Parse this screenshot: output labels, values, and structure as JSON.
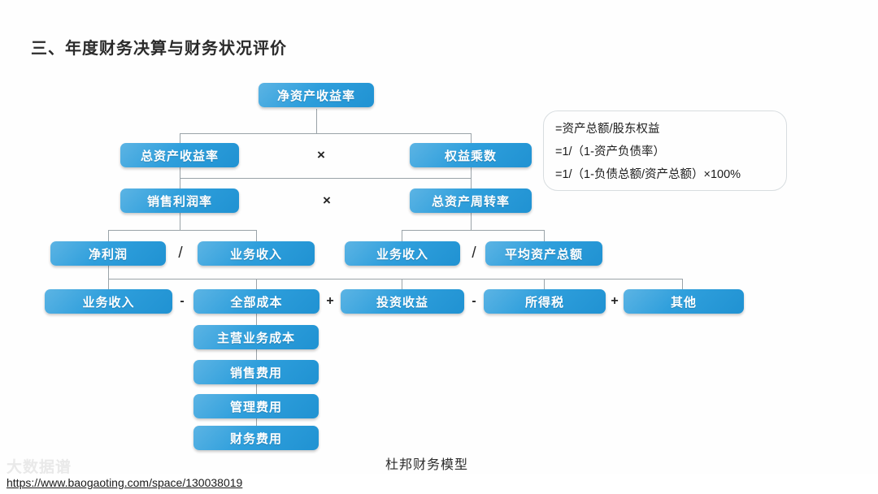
{
  "slide": {
    "title": "三、年度财务决算与财务状况评价",
    "caption": "杜邦财务模型",
    "watermark": "大数据谱",
    "url": "https://www.baogaoting.com/space/130038019",
    "accent_color": "#2f9fdc",
    "text_color": "#2b2b2b"
  },
  "nodes": {
    "roe": "净资产收益率",
    "roa": "总资产收益率",
    "equity_multiplier": "权益乘数",
    "profit_margin": "销售利润率",
    "asset_turnover": "总资产周转率",
    "net_profit": "净利润",
    "revenue_a": "业务收入",
    "revenue_b": "业务收入",
    "avg_total_assets": "平均资产总额",
    "revenue_c": "业务收入",
    "total_cost": "全部成本",
    "investment_income": "投资收益",
    "income_tax": "所得税",
    "other": "其他",
    "cost_main_business": "主营业务成本",
    "cost_selling": "销售费用",
    "cost_admin": "管理费用",
    "cost_finance": "财务费用"
  },
  "operators": {
    "mul_row2": "×",
    "mul_row3": "×",
    "div_left": "/",
    "div_right": "/",
    "minus_1": "-",
    "plus_1": "+",
    "minus_2": "-",
    "plus_2": "+"
  },
  "callout": {
    "line1": "=资产总额/股东权益",
    "line2": "=1/（1-资产负债率）",
    "line3": "=1/（1-负债总额/资产总额）×100%"
  }
}
